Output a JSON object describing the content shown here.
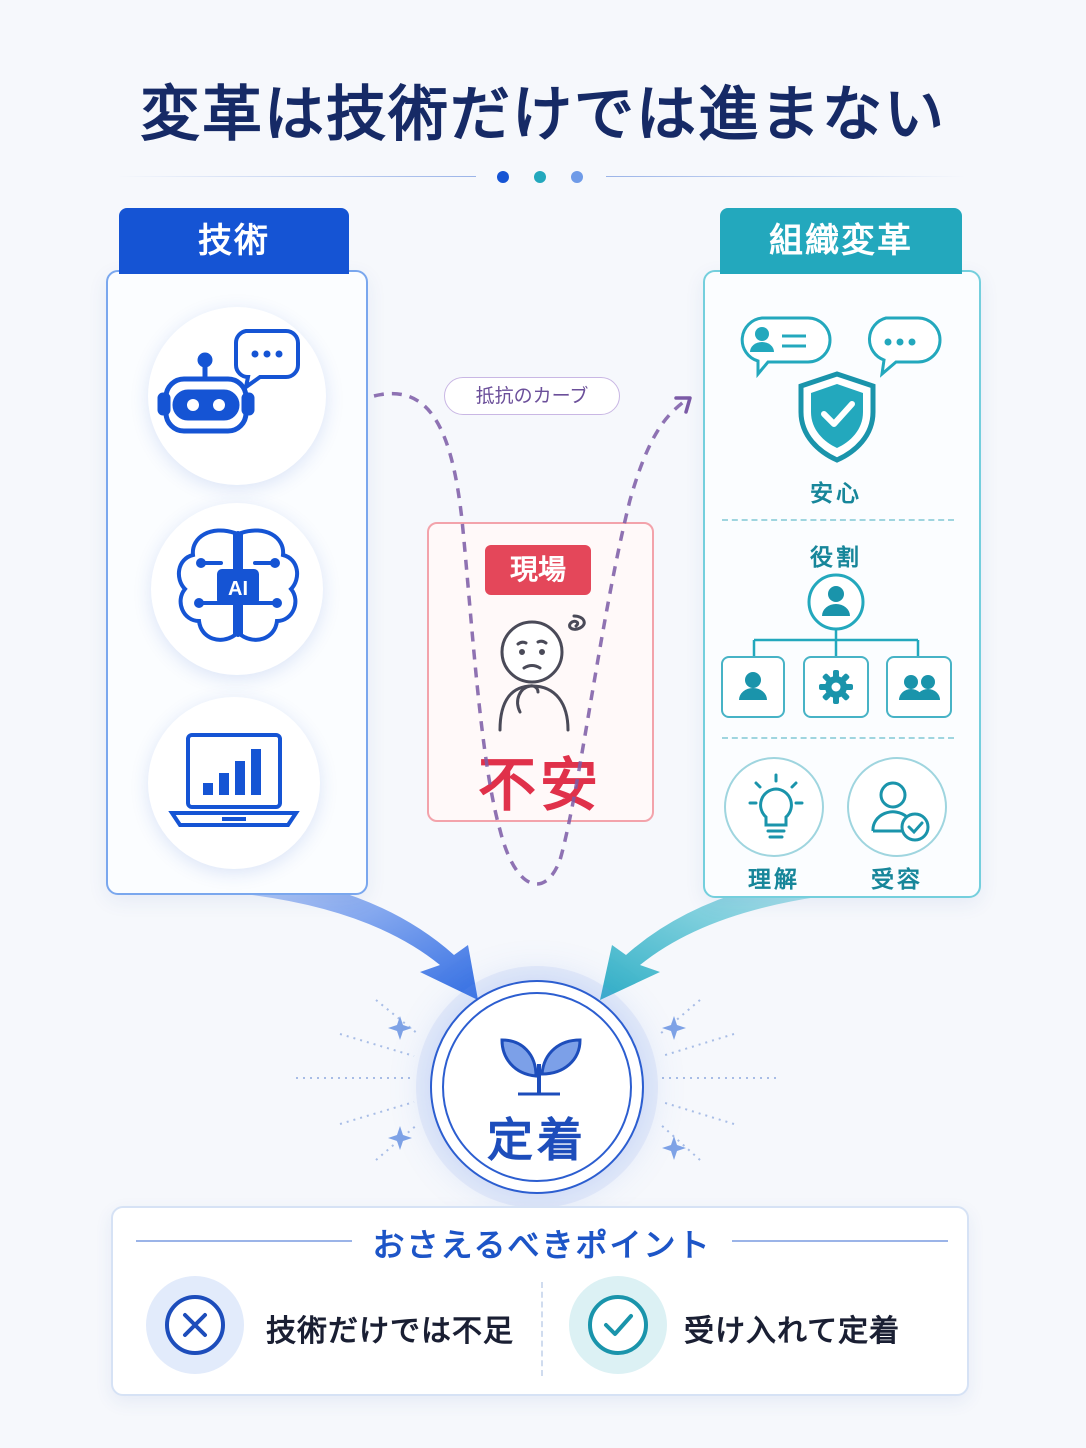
{
  "title": "変革は技術だけでは進まない",
  "left_panel": {
    "heading": "技術",
    "items": [
      "robot-chat-icon",
      "ai-brain-icon",
      "laptop-chart-icon"
    ],
    "ai_chip_label": "AI"
  },
  "center": {
    "curve_label": "抵抗のカーブ",
    "genba_tag": "現場",
    "anxiety_label": "不安"
  },
  "right_panel": {
    "heading": "組織変革",
    "anshin_label": "安心",
    "roles_label": "役割",
    "understanding_label": "理解",
    "acceptance_label": "受容"
  },
  "result": {
    "label": "定着"
  },
  "key_points": {
    "title": "おさえるべきポイント",
    "items": [
      {
        "icon": "cross-icon",
        "text": "技術だけでは不足"
      },
      {
        "icon": "check-icon",
        "text": "受け入れて定着"
      }
    ]
  },
  "colors": {
    "tech_blue": "#1554d4",
    "org_teal": "#23a8bd",
    "anxiety_red": "#e4475a",
    "curve_purple": "#7b5aa6",
    "title_navy": "#162a66"
  }
}
